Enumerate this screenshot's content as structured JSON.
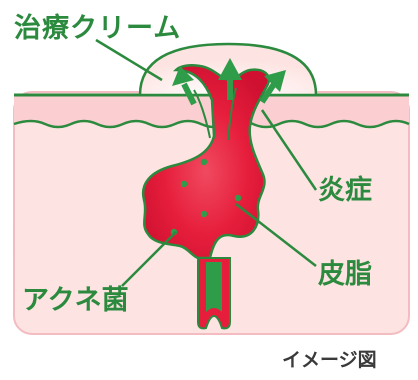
{
  "labels": {
    "treatment_cream": "治療クリーム",
    "inflammation": "炎症",
    "sebum": "皮脂",
    "acne_bacteria": "アクネ菌",
    "image_note": "イメージ図"
  },
  "colors": {
    "skin_fill": "#fde3e1",
    "skin_outline": "#f2bcc0",
    "surface_band": "#fbcfd1",
    "outline_green": "#2c8a3f",
    "inflamed_red": "#e61e3c",
    "dot_green": "#2f9c4a",
    "caption_gray": "#3a3a3a"
  }
}
